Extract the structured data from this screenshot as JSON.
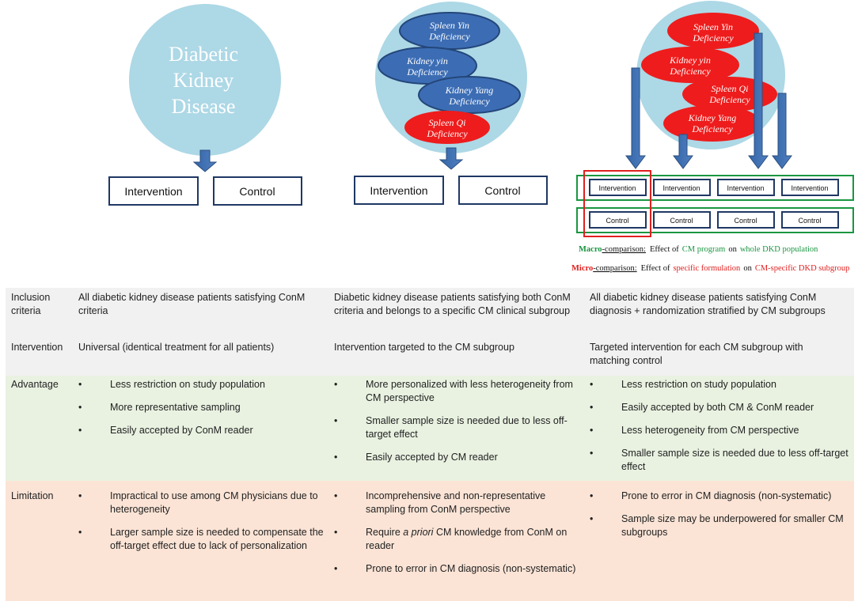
{
  "panel1": {
    "circle_text": [
      "Diabetic",
      "Kidney",
      "Disease"
    ],
    "intervention": "Intervention",
    "control": "Control"
  },
  "panel2": {
    "ellipses": [
      [
        "Spleen Yin",
        "Deficiency"
      ],
      [
        "Kidney yin",
        "Deficiency"
      ],
      [
        "Kidney Yang",
        "Deficiency"
      ],
      [
        "Spleen Qi",
        "Deficiency"
      ]
    ],
    "intervention": "Intervention",
    "control": "Control"
  },
  "panel3": {
    "ellipses": [
      [
        "Spleen Yin",
        "Deficiency"
      ],
      [
        "Kidney yin",
        "Deficiency"
      ],
      [
        "Spleen Qi",
        "Deficiency"
      ],
      [
        "Kidney Yang",
        "Deficiency"
      ]
    ],
    "intervention_boxes": [
      "Intervention",
      "Intervention",
      "Intervention",
      "Intervention"
    ],
    "control_boxes": [
      "Control",
      "Control",
      "Control",
      "Control"
    ],
    "macro": {
      "term": "Macro",
      "rest": "-comparison:",
      "prefix": "Effect of",
      "highlight1": "CM program",
      "middle": "on",
      "highlight2": "whole DKD population"
    },
    "micro": {
      "term": "Micro",
      "rest": "-comparison:",
      "prefix": "Effect of",
      "highlight1": "specific formulation",
      "middle": "on",
      "highlight2": "CM-specific DKD subgroup"
    },
    "colors": {
      "macro": "#1a9641",
      "micro": "#e02020"
    }
  },
  "table": {
    "rows": [
      {
        "label": [
          "Inclusion",
          "criteria"
        ],
        "c1": [
          "All diabetic kidney disease patients satisfying ConM",
          "criteria"
        ],
        "c2": [
          "Diabetic kidney disease patients satisfying both ConM",
          "criteria and belongs to a specific CM clinical subgroup"
        ],
        "c3": [
          "All diabetic kidney disease patients satisfying ConM",
          "diagnosis + randomization stratified by CM subgroups"
        ]
      },
      {
        "label": [
          "Intervention"
        ],
        "c1": [
          "Universal (identical treatment for all patients)"
        ],
        "c2": [
          "Intervention targeted to the CM subgroup"
        ],
        "c3": [
          "Targeted intervention for each CM subgroup with",
          "matching control"
        ]
      }
    ],
    "advantage": {
      "label": "Advantage",
      "c1": [
        [
          "Less restriction on study population"
        ],
        [
          "More representative sampling"
        ],
        [
          "Easily accepted by ConM reader"
        ]
      ],
      "c2": [
        [
          "More personalized with less heterogeneity from",
          "CM perspective"
        ],
        [
          "Smaller sample size is needed due to less off-",
          "target effect"
        ],
        [
          "Easily accepted by CM reader"
        ]
      ],
      "c3": [
        [
          "Less restriction on study population"
        ],
        [
          "Easily accepted by both CM & ConM reader"
        ],
        [
          "Less heterogeneity from CM perspective"
        ],
        [
          "Smaller sample size is needed due to less off-target",
          "effect"
        ]
      ]
    },
    "limitation": {
      "label": "Limitation",
      "c1": [
        [
          "Impractical to use among CM physicians due to",
          "heterogeneity"
        ],
        [
          "Larger sample size is needed to compensate the",
          "off-target effect due to lack of personalization"
        ]
      ],
      "c2": [
        [
          "Incomprehensive and non-representative",
          "sampling from ConM perspective"
        ],
        [
          "Require a priori CM knowledge from ConM on",
          "reader"
        ],
        [
          "Prone to error in CM diagnosis (non-systematic)"
        ]
      ],
      "c3": [
        [
          "Prone to error in CM diagnosis (non-systematic)"
        ],
        [
          "Sample size may be underpowered for smaller CM",
          "subgroups"
        ]
      ]
    },
    "bullet": "•",
    "colors": {
      "grey": "#f1f1f1",
      "green": "#e9f2e1",
      "peach": "#fbe4d6"
    }
  }
}
